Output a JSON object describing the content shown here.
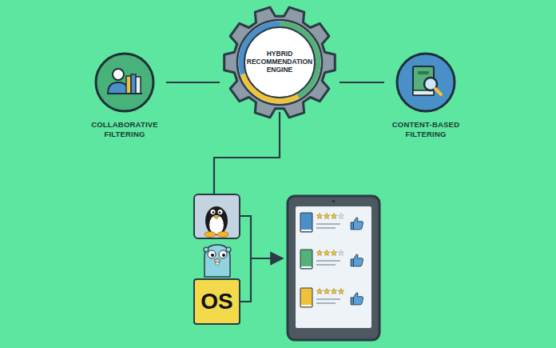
{
  "diagram": {
    "nodes": [
      {
        "text": [
          "COLLABORATIVE FILTERING"
        ]
      },
      {
        "text": [
          "HYBRID RECOMMENDATION ENGINE"
        ]
      },
      {
        "text": [
          "CONTENT-BASED FILTERING"
        ]
      },
      {
        "text": [
          "OS"
        ]
      }
    ],
    "edges": [
      {
        "from": 0,
        "to": 1,
        "arrow": "none"
      },
      {
        "from": 1,
        "to": 2,
        "arrow": "none"
      }
    ]
  }
}
